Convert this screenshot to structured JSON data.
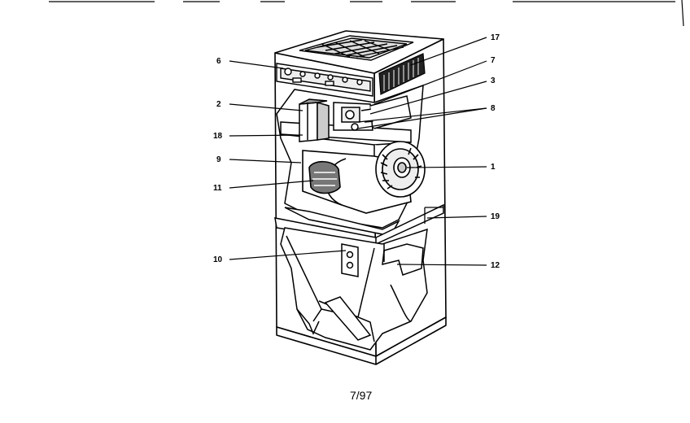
{
  "diagram": {
    "callouts": [
      {
        "id": "17",
        "label": "17"
      },
      {
        "id": "6",
        "label": "6"
      },
      {
        "id": "7",
        "label": "7"
      },
      {
        "id": "3",
        "label": "3"
      },
      {
        "id": "2",
        "label": "2"
      },
      {
        "id": "8",
        "label": "8"
      },
      {
        "id": "18",
        "label": "18"
      },
      {
        "id": "9",
        "label": "9"
      },
      {
        "id": "1",
        "label": "1"
      },
      {
        "id": "11",
        "label": "11"
      },
      {
        "id": "19",
        "label": "19"
      },
      {
        "id": "10",
        "label": "10"
      },
      {
        "id": "12",
        "label": "12"
      }
    ],
    "date": "7/97"
  }
}
